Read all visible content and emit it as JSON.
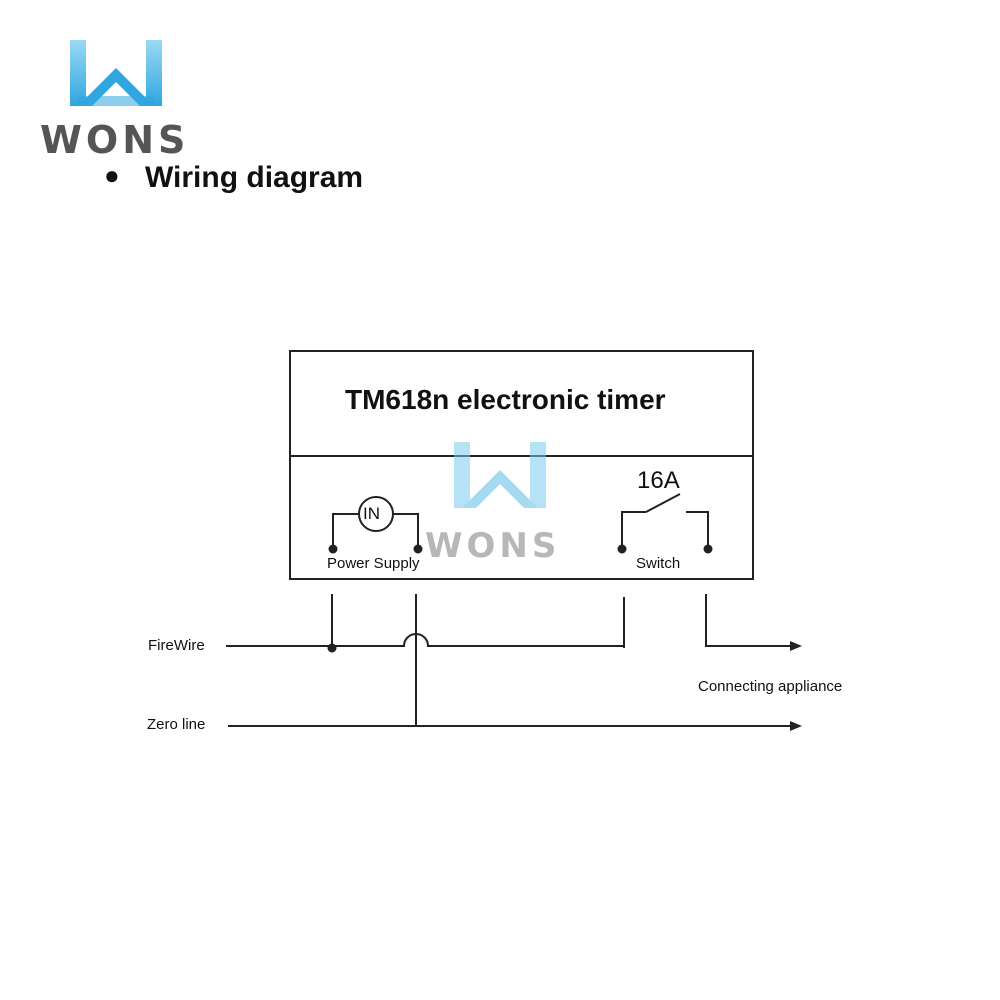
{
  "brand": {
    "name": "WONS",
    "logo_colors": [
      "#37aee6",
      "#8fd6f2"
    ],
    "text_color": "#555555"
  },
  "heading": {
    "bullet": "●",
    "text": "Wiring diagram"
  },
  "timer": {
    "title": "TM618n electronic timer"
  },
  "power_supply": {
    "symbol": "IN",
    "label": "Power Supply"
  },
  "switch": {
    "rating": "16A",
    "label": "Switch"
  },
  "lines": {
    "fire": "FireWire",
    "zero": "Zero line"
  },
  "output": {
    "label": "Connecting appliance"
  }
}
